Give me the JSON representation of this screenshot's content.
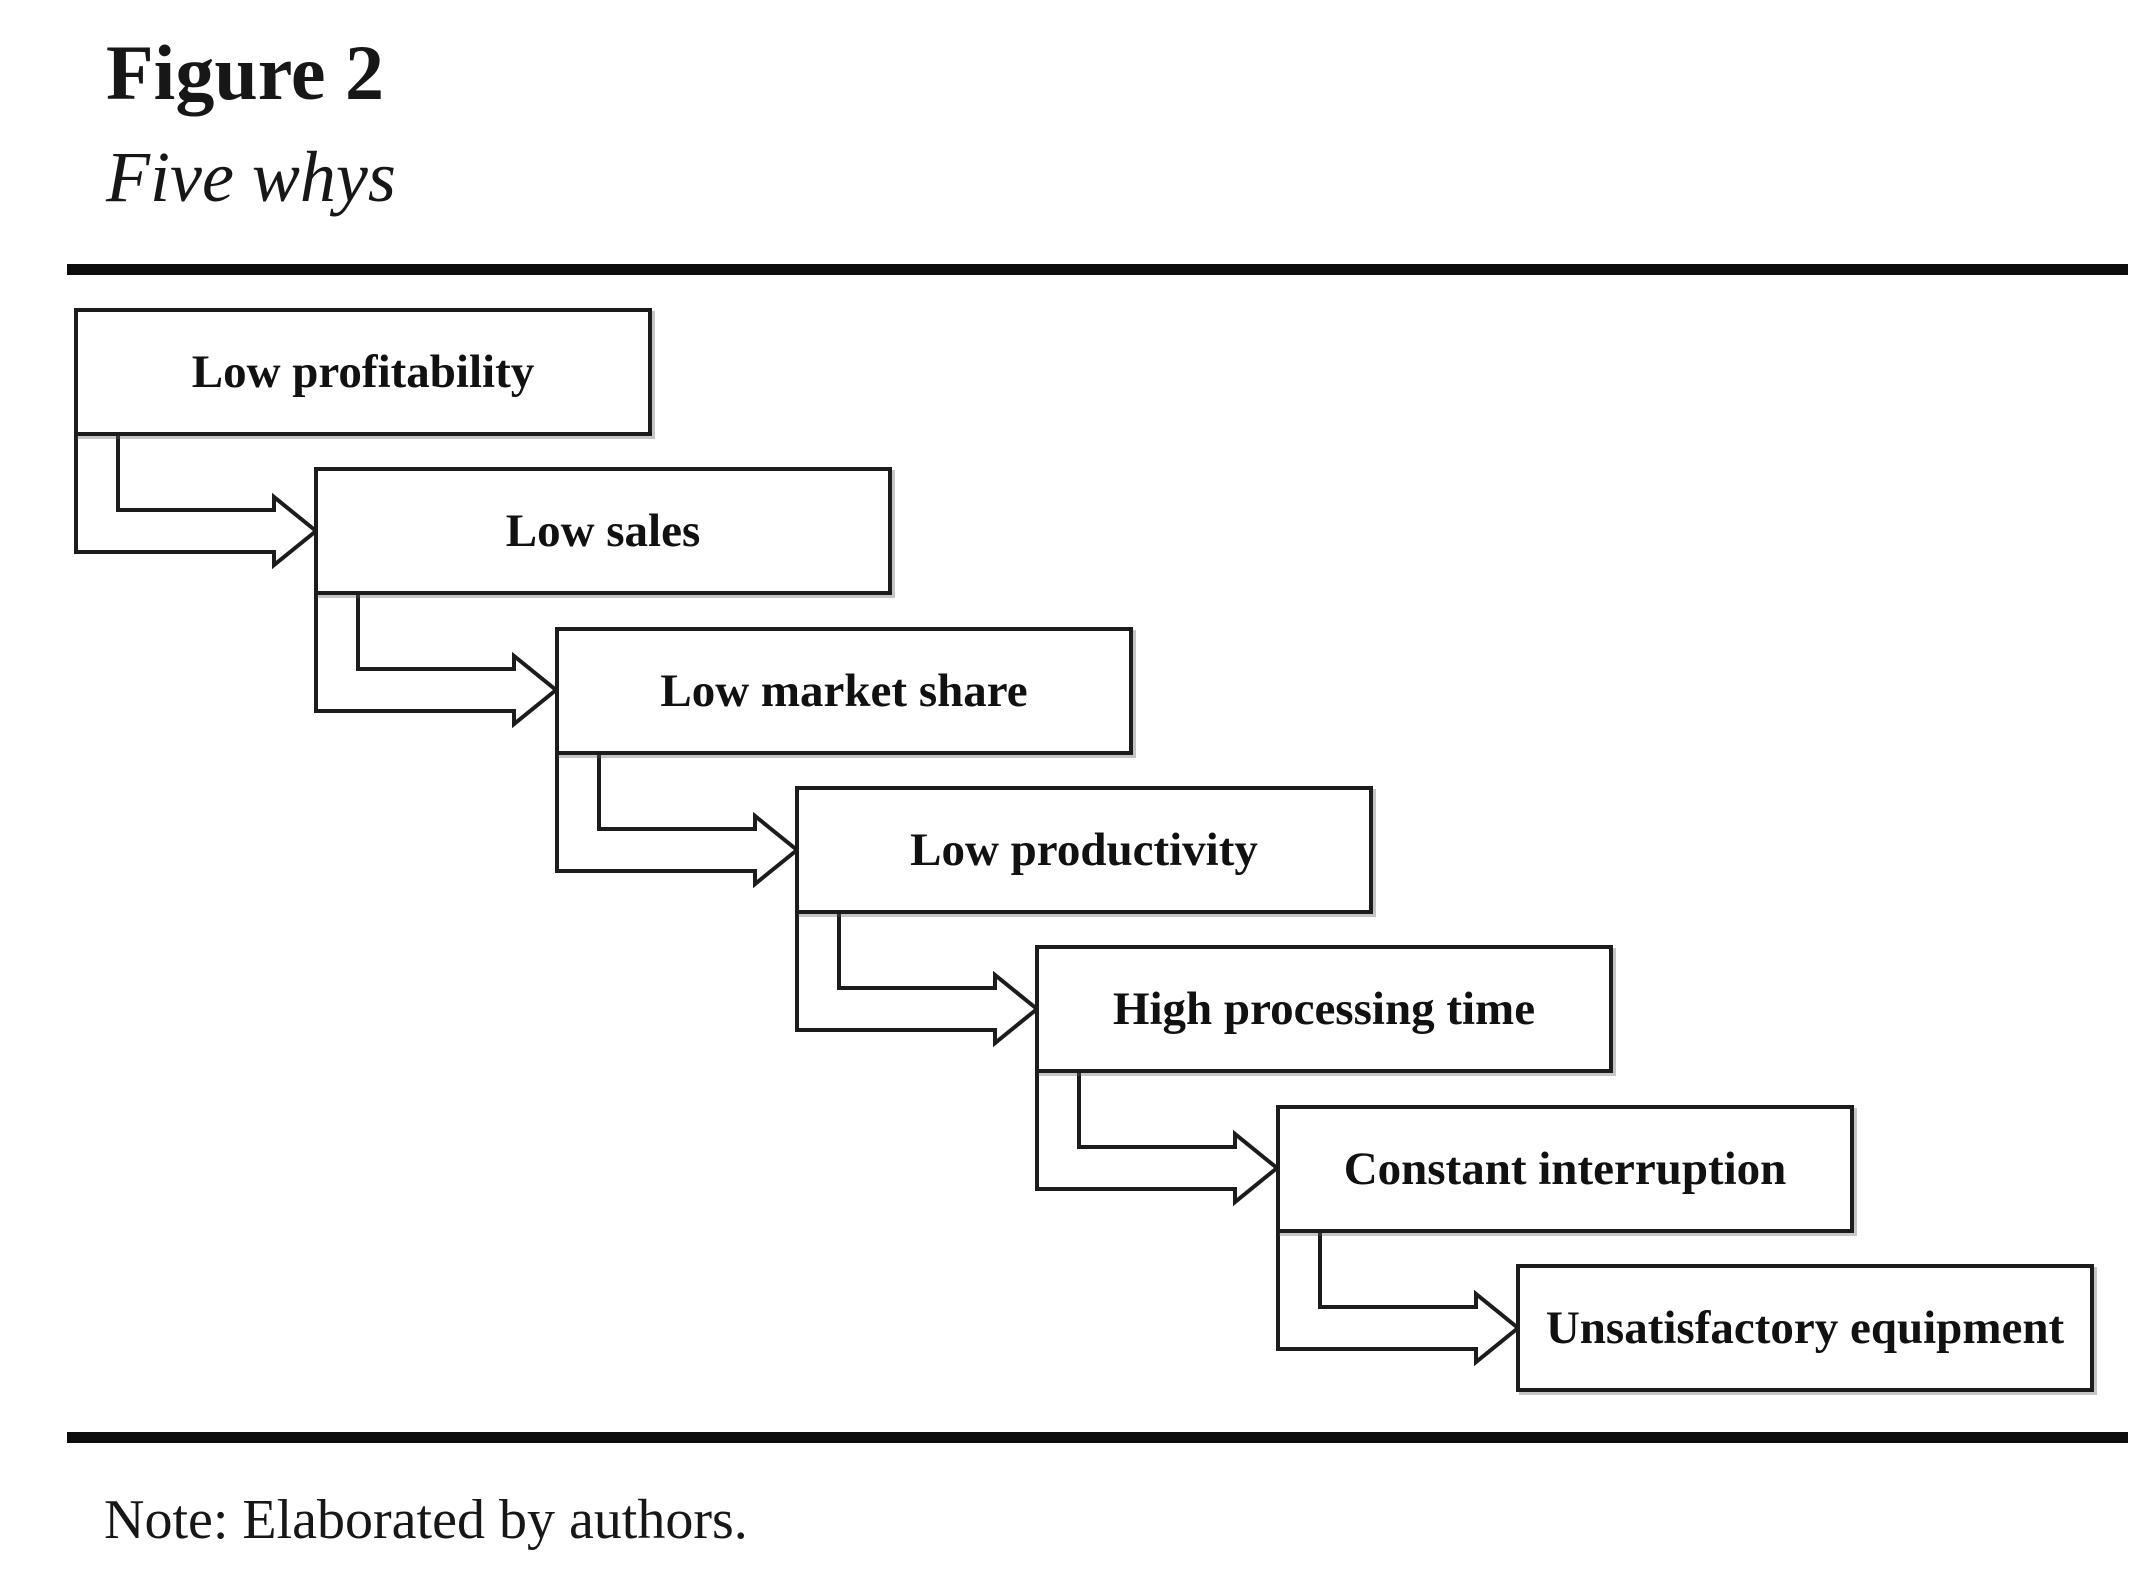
{
  "figure": {
    "label": "Figure 2",
    "title": "Five whys",
    "note": "Note: Elaborated by authors."
  },
  "colors": {
    "ink": "#1c1c1c",
    "rule": "#0d0d0d",
    "background": "#ffffff",
    "node_fill": "#ffffff"
  },
  "diagram": {
    "type": "flowchart",
    "layout": "staircase-cascade, bent hollow arrows pointing down-right",
    "nodes": [
      {
        "label": "Low profitability"
      },
      {
        "label": "Low sales"
      },
      {
        "label": "Low market share"
      },
      {
        "label": "Low productivity"
      },
      {
        "label": "High processing time"
      },
      {
        "label": "Constant interruption"
      },
      {
        "label": "Unsatisfactory equipment"
      }
    ],
    "connections": [
      {
        "from": "Low profitability",
        "to": "Low sales"
      },
      {
        "from": "Low sales",
        "to": "Low market share"
      },
      {
        "from": "Low market share",
        "to": "Low productivity"
      },
      {
        "from": "Low productivity",
        "to": "High processing time"
      },
      {
        "from": "High processing time",
        "to": "Constant interruption"
      },
      {
        "from": "Constant interruption",
        "to": "Unsatisfactory equipment"
      }
    ]
  }
}
